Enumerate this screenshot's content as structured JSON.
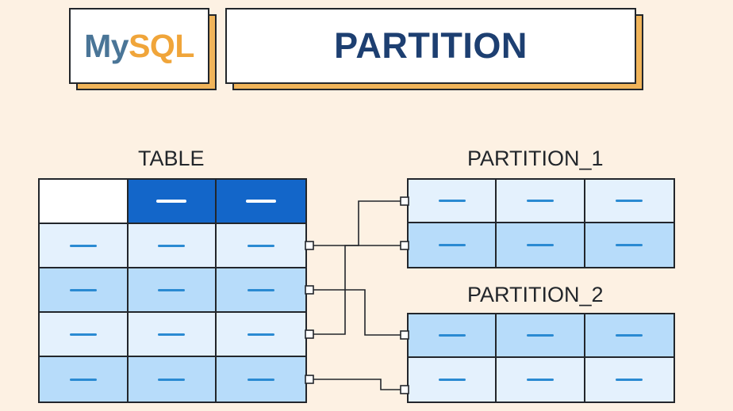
{
  "header": {
    "logo_my": "My",
    "logo_sql": "SQL",
    "title": "PARTITION"
  },
  "colors": {
    "background": "#fdf1e3",
    "card_shadow": "#f0b45a",
    "logo_my": "#4a7597",
    "logo_sql": "#f0a53a",
    "title": "#1d3f71",
    "header_row": "#1366c9",
    "light_row": "#e4f1fd",
    "mid_row": "#b7dcfa",
    "dash": "#2a8ad2"
  },
  "table": {
    "label": "TABLE",
    "rows": [
      [
        "",
        "header",
        "header"
      ],
      [
        "light",
        "light",
        "light"
      ],
      [
        "mid",
        "mid",
        "mid"
      ],
      [
        "light",
        "light",
        "light"
      ],
      [
        "mid",
        "mid",
        "mid"
      ]
    ]
  },
  "partition_1": {
    "label": "PARTITION_1",
    "rows": [
      [
        "light",
        "light",
        "light"
      ],
      [
        "mid",
        "mid",
        "mid"
      ]
    ]
  },
  "partition_2": {
    "label": "PARTITION_2",
    "rows": [
      [
        "mid",
        "mid",
        "mid"
      ],
      [
        "light",
        "light",
        "light"
      ]
    ]
  },
  "links": [
    {
      "from_table_row": 1,
      "to": "partition_1",
      "to_row": 0
    },
    {
      "from_table_row": 2,
      "to": "partition_2",
      "to_row": 0
    },
    {
      "from_table_row": 3,
      "to": "partition_1",
      "to_row": 1
    },
    {
      "from_table_row": 4,
      "to": "partition_2",
      "to_row": 1
    }
  ]
}
